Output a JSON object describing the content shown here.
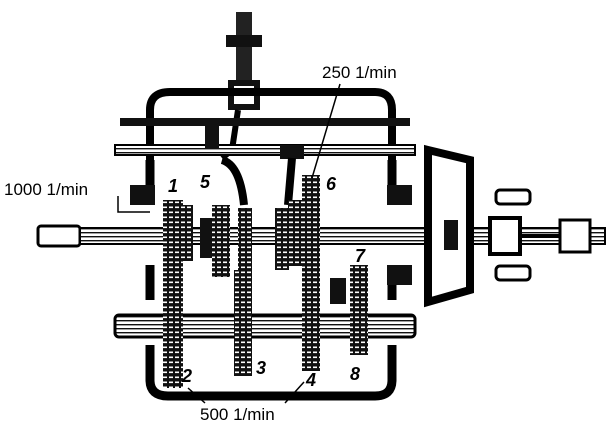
{
  "speeds": {
    "top": "250 1/min",
    "left": "1000 1/min",
    "bottom": "500 1/min"
  },
  "gear_numbers": [
    "1",
    "2",
    "3",
    "4",
    "5",
    "6",
    "7",
    "8"
  ]
}
